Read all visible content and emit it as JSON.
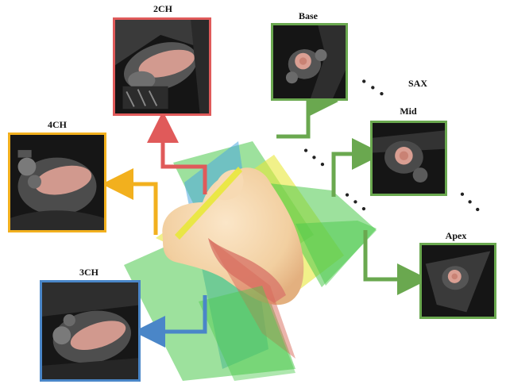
{
  "labels": {
    "two_ch": "2CH",
    "four_ch": "4CH",
    "three_ch": "3CH",
    "base": "Base",
    "mid": "Mid",
    "apex": "Apex",
    "sax": "SAX"
  },
  "colors": {
    "two_ch": "#e05a5a",
    "four_ch": "#f2b01e",
    "three_ch": "#4a86c8",
    "sax": "#6aa84f",
    "heart": "#f5d3a8",
    "myocardium": "#d97b6c",
    "plane_green": "#4cc94c",
    "plane_yellow": "#e8e83a",
    "plane_blue": "#4aa8e0",
    "plane_red": "#d86a5a"
  }
}
